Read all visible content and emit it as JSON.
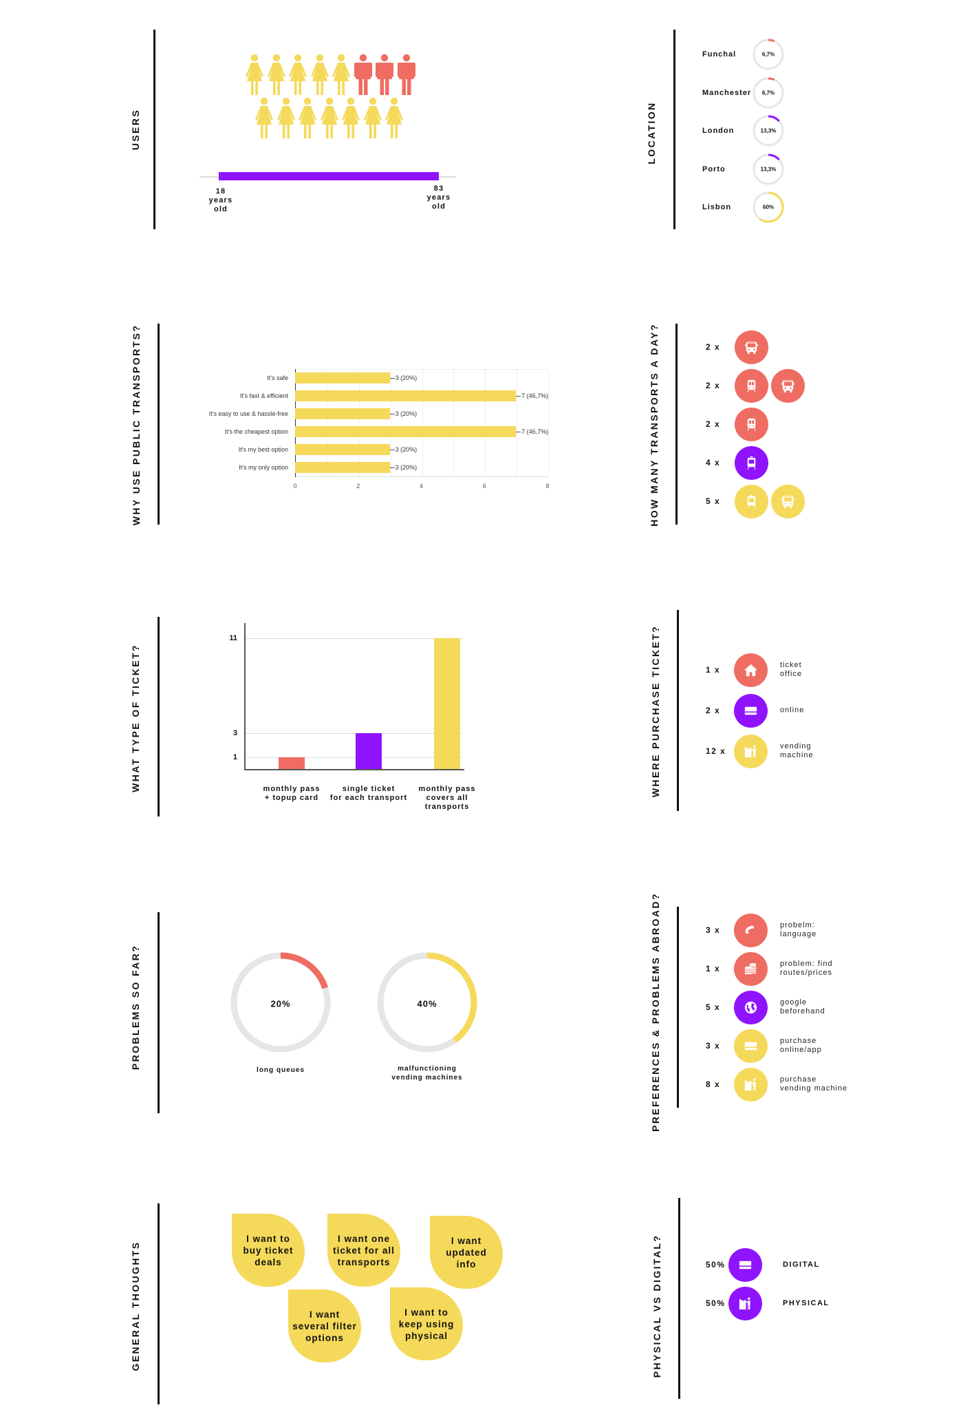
{
  "colors": {
    "coral": "#EF6C62",
    "purple": "#9013FE",
    "yellow": "#F5D95A",
    "track": "#E6E6E6",
    "ink": "#111111"
  },
  "users": {
    "title": "USERS",
    "women_count": 12,
    "men_count": 3,
    "age_min": "18",
    "age_min_unit": "years old",
    "age_max": "83",
    "age_max_unit": "years old"
  },
  "location": {
    "title": "LOCATION",
    "items": [
      {
        "city": "Funchal",
        "pct": "6,7%",
        "value": 6.7,
        "color": "coral"
      },
      {
        "city": "Manchester",
        "pct": "6,7%",
        "value": 6.7,
        "color": "coral"
      },
      {
        "city": "London",
        "pct": "13,3%",
        "value": 13.3,
        "color": "purple"
      },
      {
        "city": "Porto",
        "pct": "13,3%",
        "value": 13.3,
        "color": "purple"
      },
      {
        "city": "Lisbon",
        "pct": "60%",
        "value": 60,
        "color": "yellow"
      }
    ]
  },
  "why_public": {
    "title": "WHY USE PUBLIC TRANSPORTS?",
    "categories": [
      "It's safe",
      "It's fast & efficient",
      "It's easy to use & hassle-free",
      "It's the cheapest option",
      "It's my best option",
      "It's my only option"
    ],
    "values": [
      3,
      7,
      3,
      7,
      3,
      3
    ],
    "labels": [
      "3 (20%)",
      "7 (46,7%)",
      "3 (20%)",
      "7 (46,7%)",
      "3 (20%)",
      "3 (20%)"
    ],
    "ticks": [
      "0",
      "2",
      "4",
      "6",
      "8"
    ]
  },
  "transports_day": {
    "title": "HOW MANY TRANSPORTS A DAY?",
    "rows": [
      {
        "count": "2 x",
        "icons": [
          {
            "type": "bus",
            "color": "coral"
          }
        ]
      },
      {
        "count": "2 x",
        "icons": [
          {
            "type": "train",
            "color": "coral"
          },
          {
            "type": "bus",
            "color": "coral"
          }
        ]
      },
      {
        "count": "2 x",
        "icons": [
          {
            "type": "train",
            "color": "coral"
          }
        ]
      },
      {
        "count": "4 x",
        "icons": [
          {
            "type": "tram",
            "color": "purple"
          }
        ]
      },
      {
        "count": "5 x",
        "icons": [
          {
            "type": "tram",
            "color": "yellow"
          },
          {
            "type": "bus",
            "color": "yellow"
          }
        ]
      }
    ]
  },
  "ticket_type": {
    "title": "WHAT TYPE OF TICKET?",
    "yticks": [
      "11",
      "3",
      "1"
    ],
    "bars": [
      {
        "label_1": "monthly pass",
        "label_2": "+ topup card",
        "label_3": "",
        "value": 1,
        "color": "coral"
      },
      {
        "label_1": "single ticket",
        "label_2": "for each transport",
        "label_3": "",
        "value": 3,
        "color": "purple"
      },
      {
        "label_1": "monthly pass",
        "label_2": "covers all",
        "label_3": "transports",
        "value": 11,
        "color": "yellow"
      }
    ]
  },
  "purchase": {
    "title": "WHERE PURCHASE TICKET?",
    "items": [
      {
        "count": "1 x",
        "icon": "house",
        "color": "coral",
        "label_1": "ticket",
        "label_2": "office"
      },
      {
        "count": "2 x",
        "icon": "card",
        "color": "purple",
        "label_1": "online",
        "label_2": ""
      },
      {
        "count": "12 x",
        "icon": "vending-machine",
        "color": "yellow",
        "label_1": "vending",
        "label_2": "machine"
      }
    ]
  },
  "problems": {
    "title": "PROBLEMS SO FAR?",
    "items": [
      {
        "pct": "20%",
        "value": 20,
        "color": "coral",
        "label_1": "long queues",
        "label_2": ""
      },
      {
        "pct": "40%",
        "value": 40,
        "color": "yellow",
        "label_1": "malfunctioning",
        "label_2": "vending machines"
      }
    ]
  },
  "abroad": {
    "title": "PREFERENCES & PROBLEMS ABROAD?",
    "items": [
      {
        "count": "3 x",
        "icon": "phone",
        "color": "coral",
        "label_1": "probelm:",
        "label_2": "language"
      },
      {
        "count": "1 x",
        "icon": "coins",
        "color": "coral",
        "label_1": "problem: find",
        "label_2": "routes/prices"
      },
      {
        "count": "5 x",
        "icon": "globe",
        "color": "purple",
        "label_1": "google",
        "label_2": "beforehand"
      },
      {
        "count": "3 x",
        "icon": "card",
        "color": "yellow",
        "label_1": "purchase",
        "label_2": "online/app"
      },
      {
        "count": "8 x",
        "icon": "vending-machine",
        "color": "yellow",
        "label_1": "purchase",
        "label_2": "vending machine"
      }
    ]
  },
  "thoughts": {
    "title": "GENERAL THOUGHTS",
    "bubbles": [
      {
        "l1": "I want to",
        "l2": "buy ticket",
        "l3": "deals"
      },
      {
        "l1": "I want one",
        "l2": "ticket for all",
        "l3": "transports"
      },
      {
        "l1": "I want",
        "l2": "updated",
        "l3": "info"
      },
      {
        "l1": "I want",
        "l2": "several filter",
        "l3": "options"
      },
      {
        "l1": "I want to",
        "l2": "keep using",
        "l3": "physical"
      }
    ]
  },
  "physical_digital": {
    "title": "PHYSICAL VS DIGITAL?",
    "items": [
      {
        "pct": "50%",
        "icon": "card",
        "label": "DIGITAL"
      },
      {
        "pct": "50%",
        "icon": "vending-machine",
        "label": "PHYSICAL"
      }
    ]
  },
  "chart_data": [
    {
      "type": "pictogram",
      "title": "USERS",
      "categories": [
        "women",
        "men"
      ],
      "values": [
        12,
        3
      ],
      "annotations": [
        "age range 18 – 83 years old"
      ]
    },
    {
      "type": "donut",
      "title": "LOCATION",
      "categories": [
        "Funchal",
        "Manchester",
        "London",
        "Porto",
        "Lisbon"
      ],
      "values": [
        6.7,
        6.7,
        13.3,
        13.3,
        60
      ],
      "unit": "%"
    },
    {
      "type": "bar",
      "orientation": "horizontal",
      "title": "WHY USE PUBLIC TRANSPORTS?",
      "categories": [
        "It's safe",
        "It's fast & efficient",
        "It's easy to use & hassle-free",
        "It's the cheapest option",
        "It's my best option",
        "It's my only option"
      ],
      "values": [
        3,
        7,
        3,
        7,
        3,
        3
      ],
      "data_labels": [
        "3 (20%)",
        "7 (46,7%)",
        "3 (20%)",
        "7 (46,7%)",
        "3 (20%)",
        "3 (20%)"
      ],
      "xlim": [
        0,
        8
      ],
      "xticks": [
        0,
        2,
        4,
        6,
        8
      ],
      "grid": true
    },
    {
      "type": "pictogram",
      "title": "HOW MANY TRANSPORTS A DAY?",
      "categories": [
        "bus",
        "train + bus",
        "train",
        "tram/metro",
        "tram + bus"
      ],
      "values": [
        2,
        2,
        2,
        4,
        5
      ]
    },
    {
      "type": "bar",
      "title": "WHAT TYPE OF TICKET?",
      "categories": [
        "monthly pass + topup card",
        "single ticket for each transport",
        "monthly pass covers all transports"
      ],
      "values": [
        1,
        3,
        11
      ],
      "yticks": [
        1,
        3,
        11
      ],
      "grid": true
    },
    {
      "type": "pictogram",
      "title": "WHERE PURCHASE TICKET?",
      "categories": [
        "ticket office",
        "online",
        "vending machine"
      ],
      "values": [
        1,
        2,
        12
      ]
    },
    {
      "type": "donut",
      "title": "PROBLEMS SO FAR?",
      "categories": [
        "long queues",
        "malfunctioning vending machines"
      ],
      "values": [
        20,
        40
      ],
      "unit": "%"
    },
    {
      "type": "pictogram",
      "title": "PREFERENCES & PROBLEMS ABROAD?",
      "categories": [
        "probelm: language",
        "problem: find routes/prices",
        "google beforehand",
        "purchase online/app",
        "purchase vending machine"
      ],
      "values": [
        3,
        1,
        5,
        3,
        8
      ]
    },
    {
      "type": "pictogram",
      "title": "PHYSICAL VS DIGITAL?",
      "categories": [
        "DIGITAL",
        "PHYSICAL"
      ],
      "values": [
        50,
        50
      ],
      "unit": "%"
    }
  ]
}
